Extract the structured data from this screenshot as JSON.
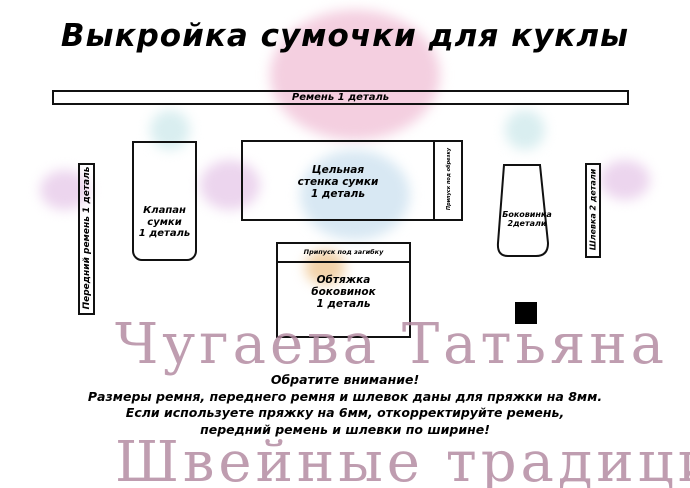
{
  "title": "Выкройка сумочки для куклы",
  "pieces": {
    "strap": "Ремень 1 деталь",
    "front_strap": "Передний ремень 1 деталь",
    "flap": [
      "Клапан",
      "сумки",
      "1 деталь"
    ],
    "wall": [
      "Цельная",
      "стенка сумки",
      "1 деталь"
    ],
    "wall_allowance": "Припуск под обрезку",
    "side": [
      "Боковинка",
      "2детали"
    ],
    "loop": "Шлевка 2 детали",
    "cover_allowance": "Припуск под загибку",
    "cover": [
      "Обтяжка",
      "боковинок",
      "1 деталь"
    ]
  },
  "watermark": [
    "Чугаева Татьяна",
    "Швейные традиции"
  ],
  "notice": [
    "Обратите внимание!",
    "Размеры ремня, переднего ремня и шлевок даны для пряжки на 8мм.",
    "Если используете пряжку на 6мм, откорректируйте ремень,",
    "передний ремень и шлевки по ширине!"
  ]
}
